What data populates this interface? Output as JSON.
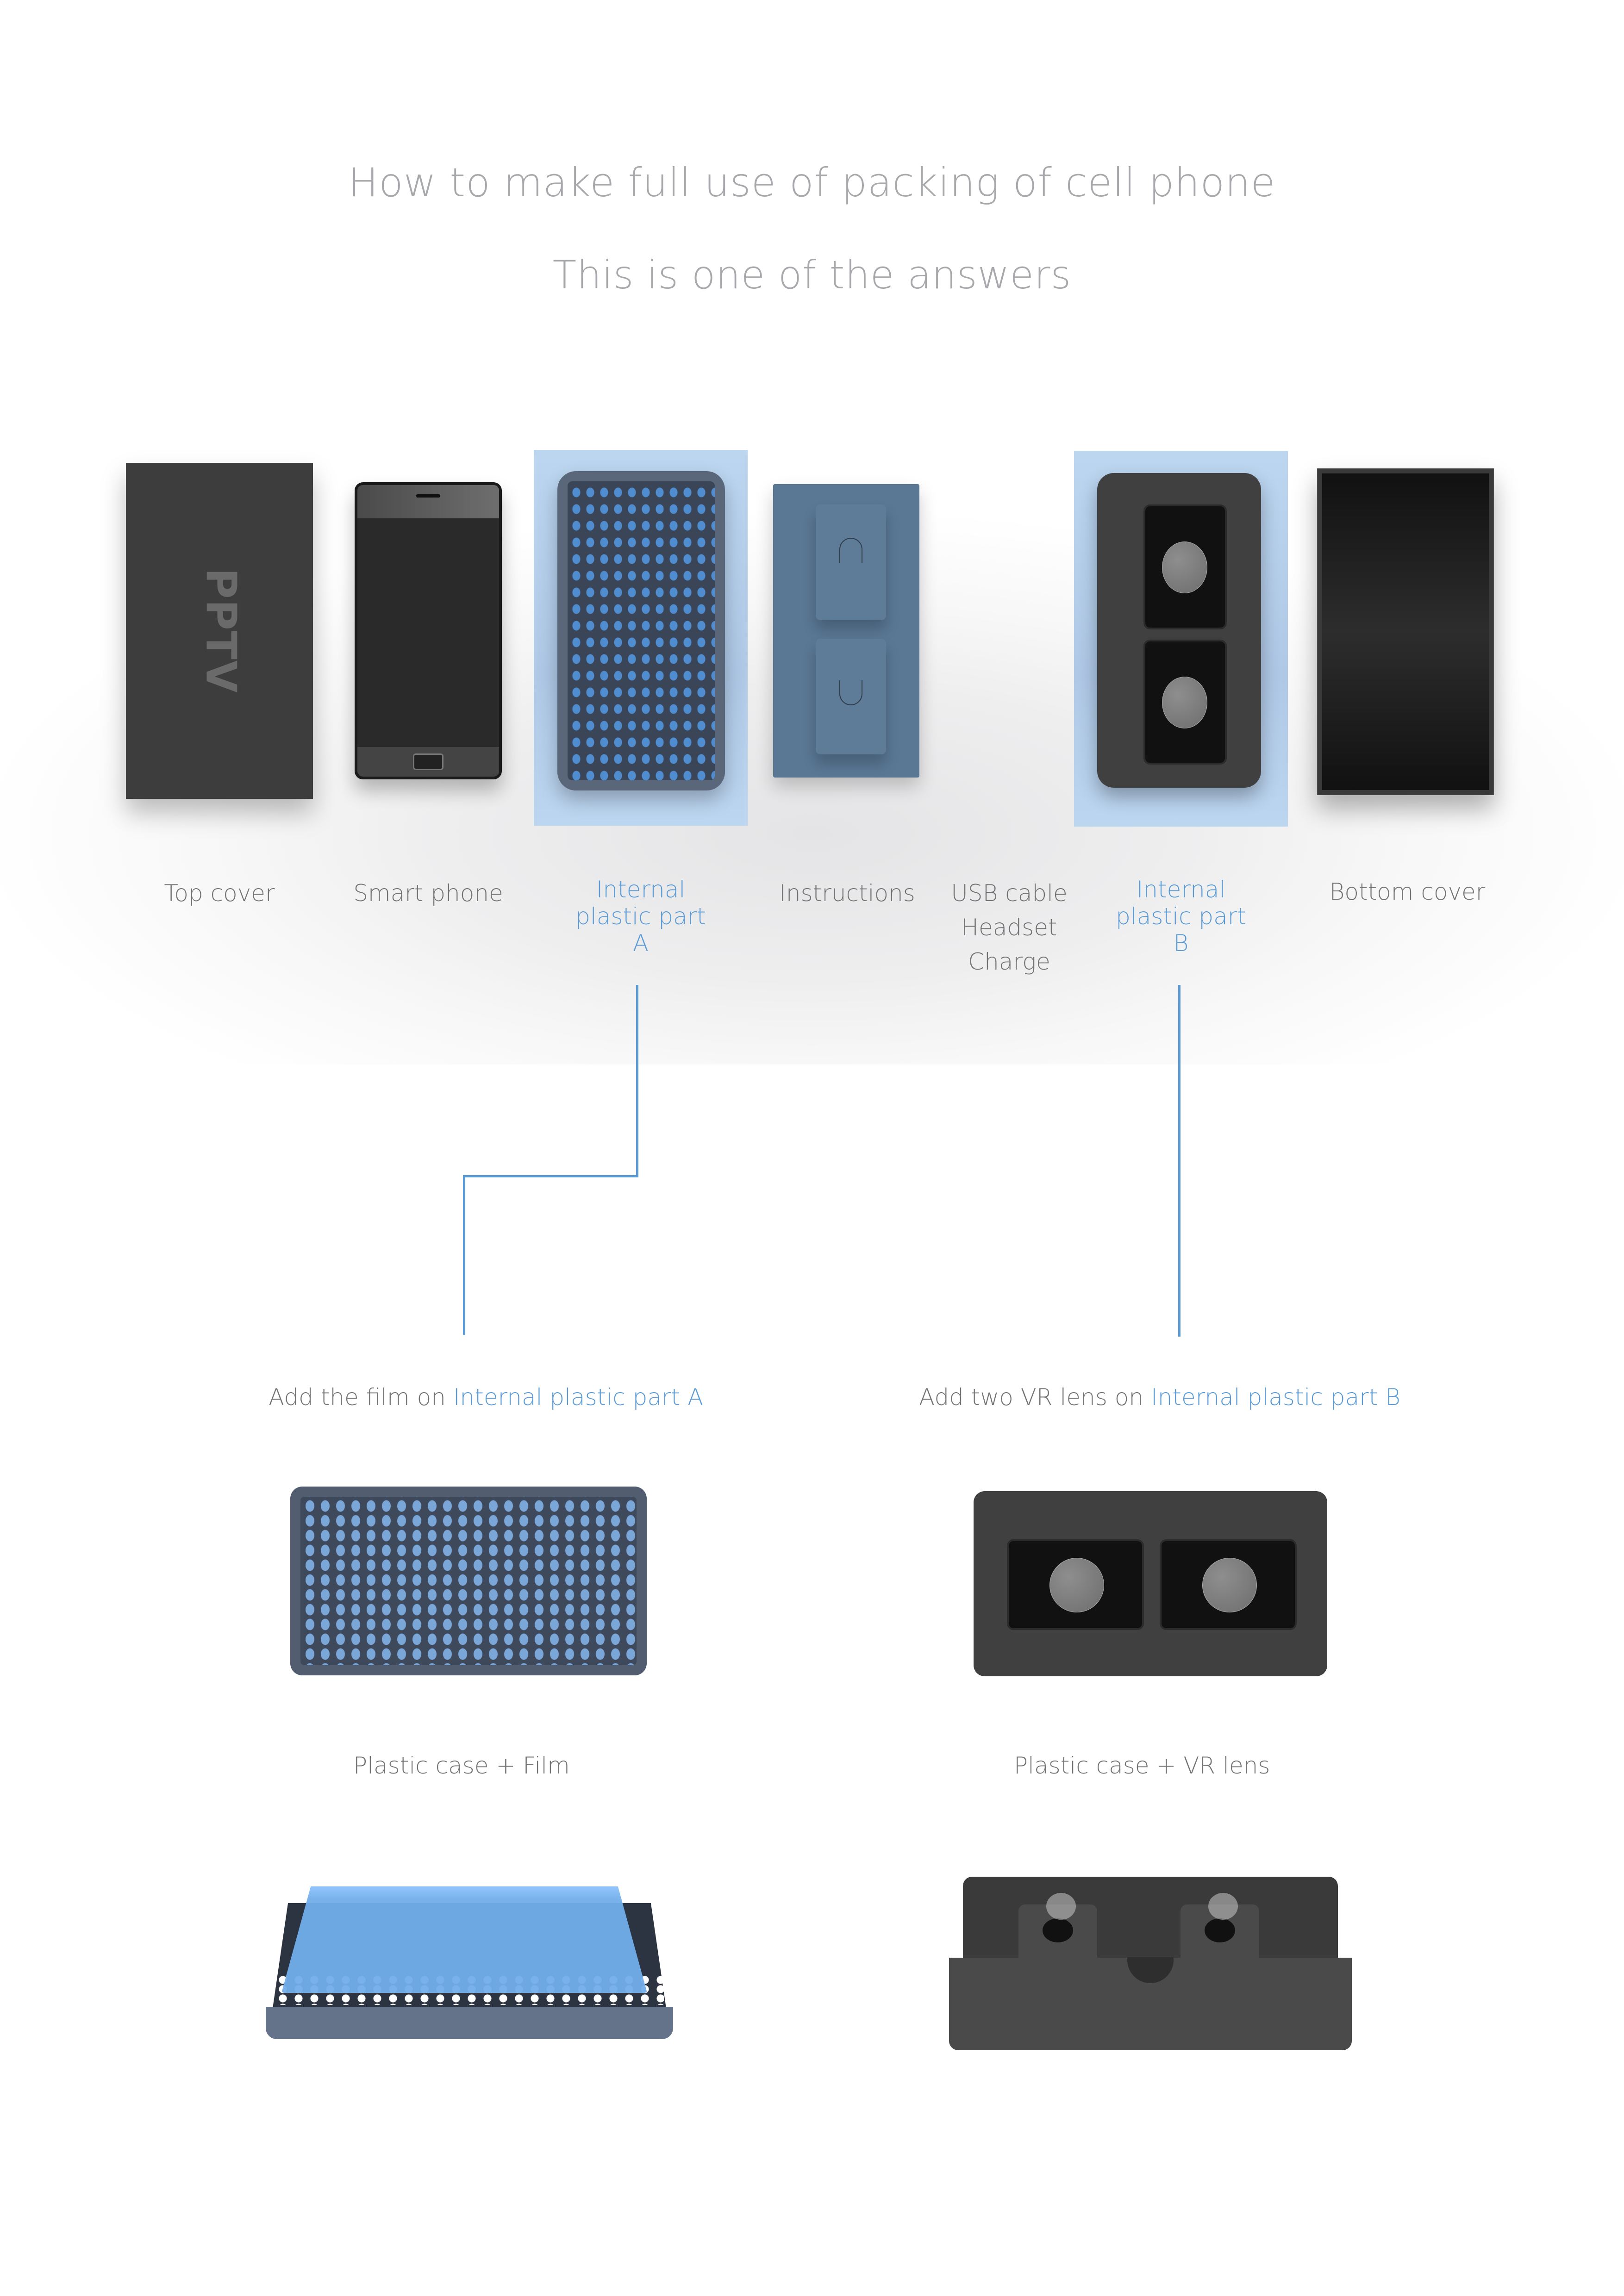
{
  "header": {
    "title": "How to make full use of packing of cell phone",
    "subtitle": "This is one of the answers"
  },
  "components": [
    {
      "id": "top-cover",
      "lines": [
        "Top cover"
      ],
      "highlighted": false,
      "logo_text": "PPTV"
    },
    {
      "id": "smart-phone",
      "lines": [
        "Smart phone"
      ],
      "highlighted": false
    },
    {
      "id": "internal-plastic-part-a",
      "lines": [
        "Internal",
        "plastic part",
        "A"
      ],
      "highlighted": true
    },
    {
      "id": "instructions",
      "lines": [
        "Instructions"
      ],
      "highlighted": false
    },
    {
      "id": "accessories",
      "lines": [
        "USB cable",
        "Headset",
        "Charge"
      ],
      "highlighted": false
    },
    {
      "id": "internal-plastic-part-b",
      "lines": [
        "Internal",
        "plastic part",
        "B"
      ],
      "highlighted": true
    },
    {
      "id": "bottom-cover",
      "lines": [
        "Bottom cover"
      ],
      "highlighted": false
    }
  ],
  "steps": {
    "a": {
      "caption_prefix": "Add the film on ",
      "caption_highlight": "Internal plastic part A",
      "result_label": "Plastic case  +  Film"
    },
    "b": {
      "caption_prefix": "Add two VR lens on ",
      "caption_highlight": "Internal plastic part B",
      "result_label": "Plastic case  +  VR lens"
    }
  },
  "colors": {
    "accent": "#5b9bd5",
    "title_gray": "#a7a8ab",
    "label_gray": "#737373",
    "highlight_bg": "#bcd6f0",
    "tray_a": "#5a6679",
    "tray_b": "#404040",
    "instructions_blue": "#5a7794"
  }
}
